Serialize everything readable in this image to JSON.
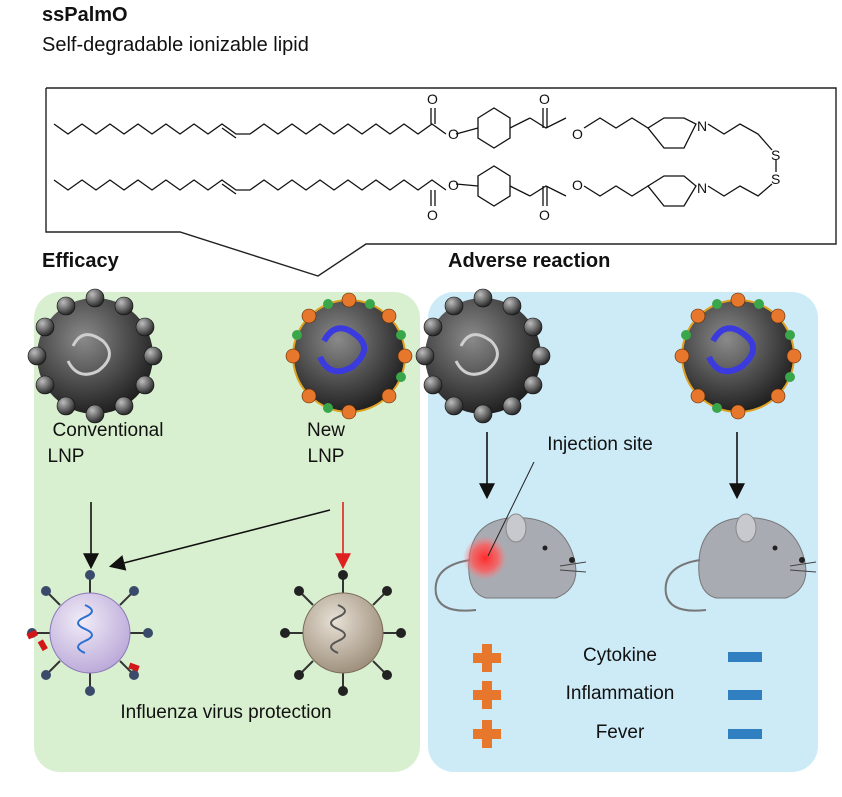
{
  "title": "ssPalmO",
  "subtitle": "Self-degradable ionizable lipid",
  "chemistry": {
    "atoms": {
      "O": "O",
      "N": "N",
      "S": "S"
    }
  },
  "efficacy": {
    "heading": "Efficacy",
    "conventional_line1": "Conventional",
    "conventional_line2": "LNP",
    "new_line1": "New",
    "new_line2": "LNP",
    "outcome": "Influenza virus protection"
  },
  "adverse": {
    "heading": "Adverse reaction",
    "injection_site": "Injection site",
    "rows": [
      {
        "label": "Cytokine",
        "conventional": "+",
        "new": "-"
      },
      {
        "label": "Inflammation",
        "conventional": "+",
        "new": "-"
      },
      {
        "label": "Fever",
        "conventional": "+",
        "new": "-"
      }
    ]
  },
  "colors": {
    "efficacy_panel": "#d9f0d0",
    "adverse_panel": "#cdeaf7",
    "plus": "#e8772e",
    "minus": "#2f7fc1",
    "red_arrow": "#e02020",
    "injection": "#ff3030"
  }
}
